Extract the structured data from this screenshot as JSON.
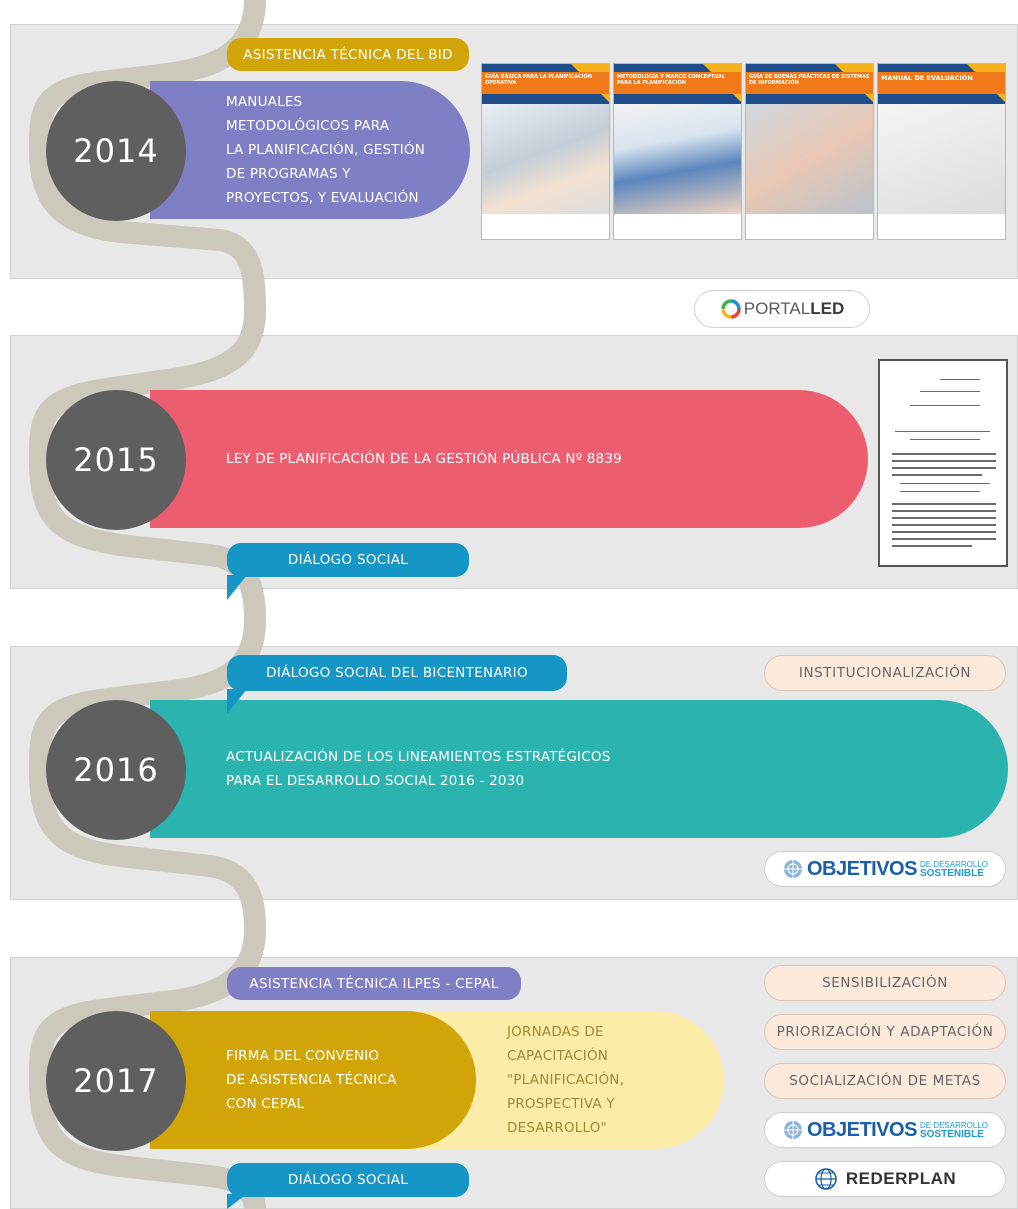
{
  "colors": {
    "band_bg": "#e8e8e8",
    "snake": "#cdc8bc",
    "year_circle": "#5f5f5f",
    "purple": "#7f7fc5",
    "red": "#ec5d6f",
    "teal": "#2bb3b0",
    "gold": "#d1a508",
    "light_yellow": "#fdeba8",
    "blue_tag": "#1696c6",
    "peach": "#fbe9dc"
  },
  "y2014": {
    "year": "2014",
    "tag": "ASISTENCIA TÉCNICA DEL BID",
    "pill_lines": [
      "MANUALES",
      "METODOLÓGICOS PARA",
      "LA PLANIFICACIÓN, GESTIÓN",
      "DE PROGRAMAS Y",
      "PROYECTOS, Y EVALUACIÓN"
    ],
    "books": [
      "GUÍA BÁSICA PARA LA PLANIFICACIÓN OPERATIVA",
      "METODOLOGÍA Y MARCO CONCEPTUAL PARA LA PLANIFICACIÓN",
      "GUÍA DE BUENAS PRÁCTICAS DE SISTEMAS DE INFORMACIÓN",
      "MANUAL DE EVALUACIÓN"
    ]
  },
  "portal": {
    "part1": "PORTAL",
    "part2": "LED"
  },
  "y2015": {
    "year": "2015",
    "pill": "LEY DE PLANIFICACIÓN DE LA GESTIÓN PÚBLICA Nº 8839",
    "tag": "DIÁLOGO SOCIAL"
  },
  "y2016": {
    "year": "2016",
    "tag": "DIÁLOGO SOCIAL DEL BICENTENARIO",
    "pill_lines": [
      "ACTUALIZACIÓN DE LOS LINEAMIENTOS ESTRATÉGICOS",
      "PARA EL DESARROLLO SOCIAL 2016 - 2030"
    ],
    "side": "INSTITUCIONALIZACIÓN",
    "ods": {
      "main": "OBJETIVOS",
      "sub1": "DE DESARROLLO",
      "sub2": "SOSTENIBLE"
    }
  },
  "y2017": {
    "year": "2017",
    "tag_top": "ASISTENCIA TÉCNICA ILPES - CEPAL",
    "pill_lines": [
      "FIRMA DEL CONVENIO",
      "DE ASISTENCIA TÉCNICA",
      "CON CEPAL"
    ],
    "second_lines": [
      "JORNADAS DE",
      "CAPACITACIÓN",
      "\"PLANIFICACIÓN,",
      "PROSPECTIVA Y",
      "DESARROLLO\""
    ],
    "tag_bottom": "DIÁLOGO SOCIAL",
    "side": [
      "SENSIBILIZACIÓN",
      "PRIORIZACIÓN Y ADAPTACIÓN",
      "SOCIALIZACIÓN DE METAS"
    ],
    "ods": {
      "main": "OBJETIVOS",
      "sub1": "DE DESARROLLO",
      "sub2": "SOSTENIBLE"
    },
    "rederplan": "REDERPLAN"
  }
}
